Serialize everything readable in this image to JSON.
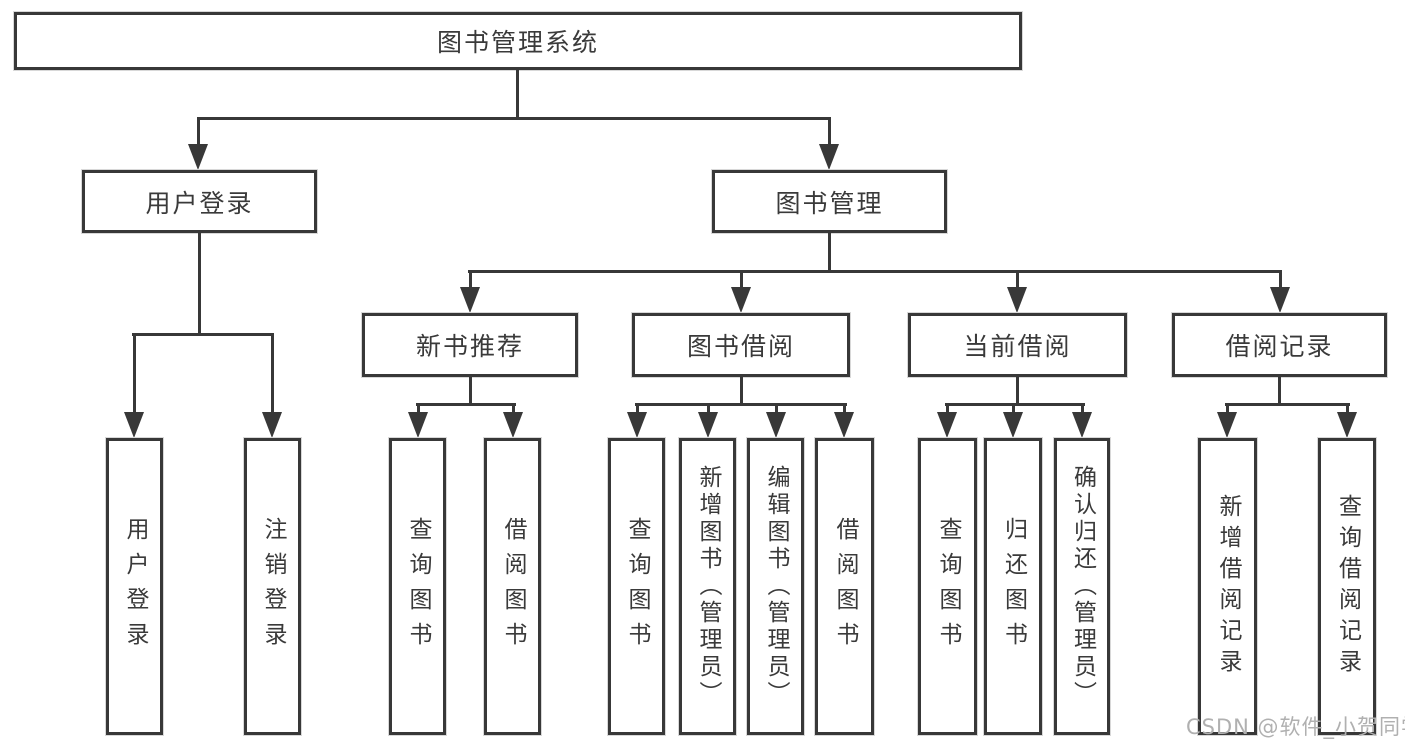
{
  "tree": {
    "root": {
      "label": "图书管理系统"
    },
    "level2": [
      {
        "label": "用户登录",
        "children": [
          {
            "label": "用户登录"
          },
          {
            "label": "注销登录"
          }
        ]
      },
      {
        "label": "图书管理",
        "children": [
          {
            "label": "新书推荐",
            "children": [
              {
                "label": "查询图书"
              },
              {
                "label": "借阅图书"
              }
            ]
          },
          {
            "label": "图书借阅",
            "children": [
              {
                "label": "查询图书"
              },
              {
                "label": "新增图书（管理员）"
              },
              {
                "label": "编辑图书（管理员）"
              },
              {
                "label": "借阅图书"
              }
            ]
          },
          {
            "label": "当前借阅",
            "children": [
              {
                "label": "查询图书"
              },
              {
                "label": "归还图书"
              },
              {
                "label": "确认归还（管理员）"
              }
            ]
          },
          {
            "label": "借阅记录",
            "children": [
              {
                "label": "新增借阅记录"
              },
              {
                "label": "查询借阅记录"
              }
            ]
          }
        ]
      }
    ]
  },
  "watermark": {
    "text": "CSDN @软件_小贺同学"
  },
  "colors": {
    "line": "#383838",
    "text": "#3a3a3a",
    "watermark": "#b0b0b0",
    "background": "#ffffff"
  }
}
